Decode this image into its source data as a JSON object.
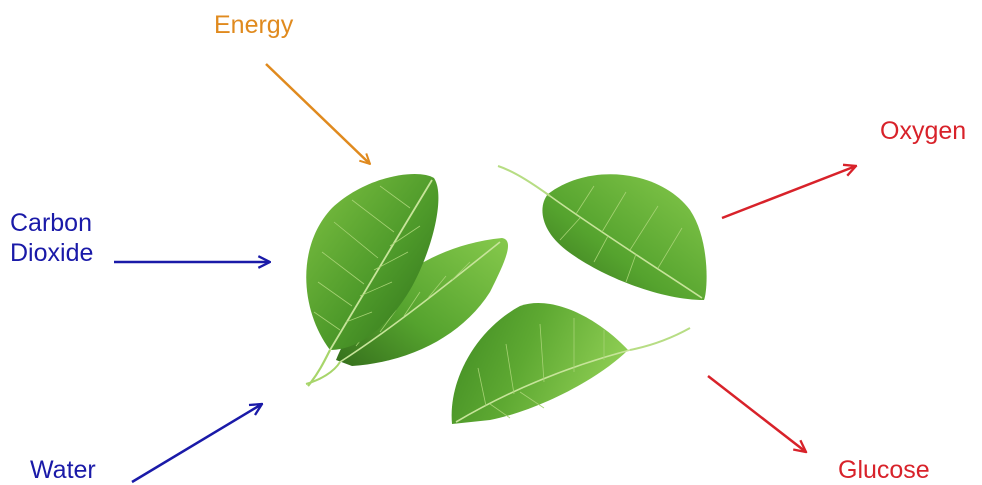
{
  "labels": {
    "energy": "Energy",
    "carbon_dioxide_line1": "Carbon",
    "carbon_dioxide_line2": "Dioxide",
    "water": "Water",
    "oxygen": "Oxygen",
    "glucose": "Glucose"
  },
  "colors": {
    "energy": "#e08a1e",
    "inputs": "#1a1aa8",
    "outputs": "#d8222a",
    "leaf_light": "#7fc243",
    "leaf_mid": "#4e9a2a",
    "leaf_dark": "#2f6f1a",
    "vein": "#c7e49a"
  },
  "icons": {
    "leaves": "leaf-cluster-image"
  }
}
